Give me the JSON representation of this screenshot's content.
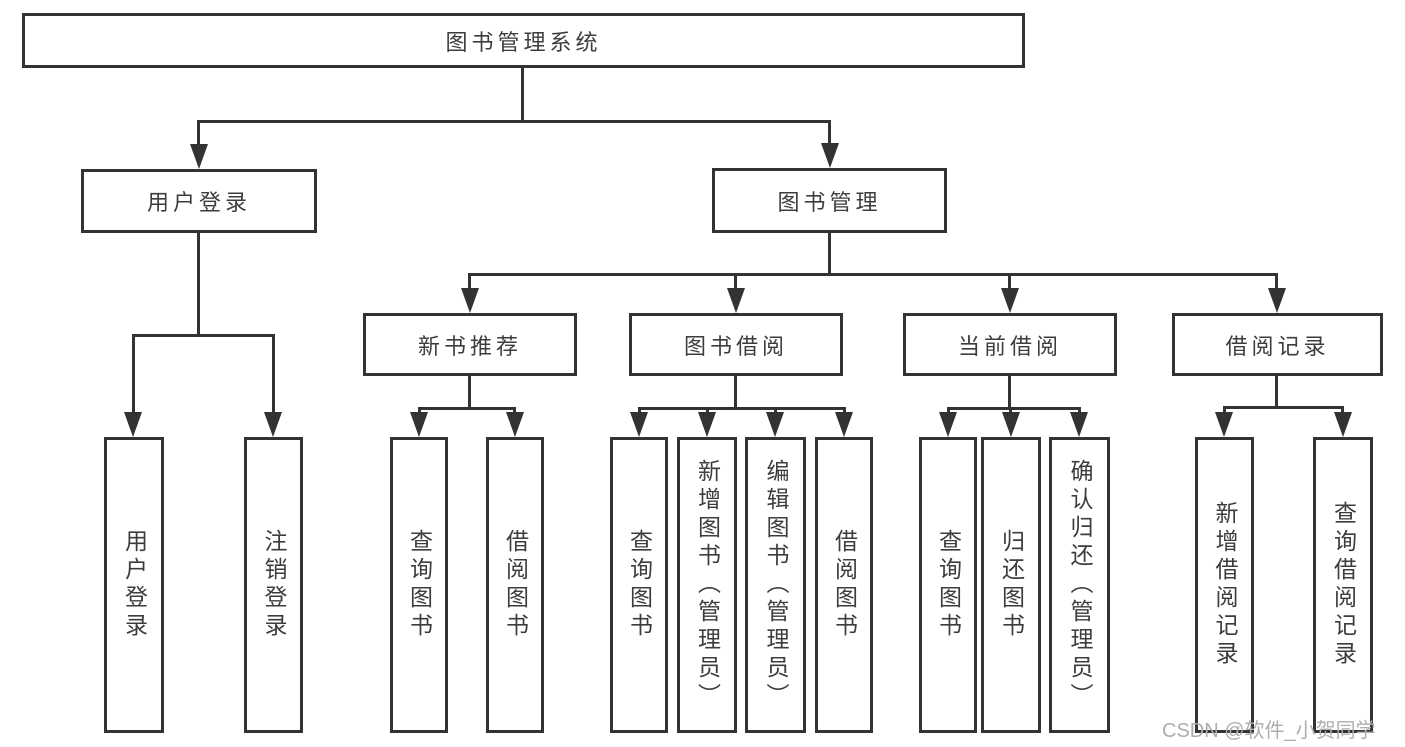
{
  "diagram": {
    "root": {
      "label": "图书管理系统",
      "children": [
        {
          "label": "用户登录",
          "children": [
            {
              "label": "用户登录"
            },
            {
              "label": "注销登录"
            }
          ]
        },
        {
          "label": "图书管理",
          "children": [
            {
              "label": "新书推荐",
              "children": [
                {
                  "label": "查询图书"
                },
                {
                  "label": "借阅图书"
                }
              ]
            },
            {
              "label": "图书借阅",
              "children": [
                {
                  "label": "查询图书"
                },
                {
                  "label": "新增图书（管理员）"
                },
                {
                  "label": "编辑图书（管理员）"
                },
                {
                  "label": "借阅图书"
                }
              ]
            },
            {
              "label": "当前借阅",
              "children": [
                {
                  "label": "查询图书"
                },
                {
                  "label": "归还图书"
                },
                {
                  "label": "确认归还（管理员）"
                }
              ]
            },
            {
              "label": "借阅记录",
              "children": [
                {
                  "label": "新增借阅记录"
                },
                {
                  "label": "查询借阅记录"
                }
              ]
            }
          ]
        }
      ]
    }
  },
  "watermark": {
    "text": "CSDN @软件_小贺同学"
  },
  "colors": {
    "line": "#333333",
    "text": "#3d3d3d",
    "watermark": "#aeaeae",
    "background": "#ffffff"
  }
}
